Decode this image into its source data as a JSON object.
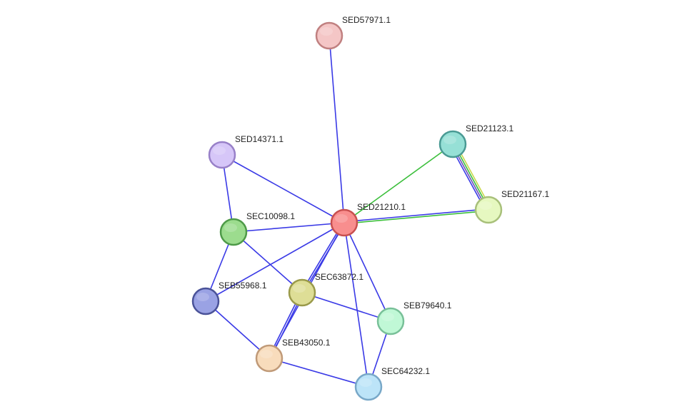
{
  "colors": {
    "edge_blue": "#3a3ae6",
    "edge_green": "#3cbf3c",
    "edge_yellow": "#c8d84a",
    "edge_purple": "#7050b8"
  },
  "nodes": [
    {
      "id": "SED57971.1",
      "label": "SED57971.1",
      "fill": "#f4c6c6",
      "stroke": "#c08080"
    },
    {
      "id": "SED14371.1",
      "label": "SED14371.1",
      "fill": "#d6c6f8",
      "stroke": "#9880c8"
    },
    {
      "id": "SED21123.1",
      "label": "SED21123.1",
      "fill": "#96e0d6",
      "stroke": "#4a9a94"
    },
    {
      "id": "SED21167.1",
      "label": "SED21167.1",
      "fill": "#e6f8c0",
      "stroke": "#a8c07a"
    },
    {
      "id": "SED21210.1",
      "label": "SED21210.1",
      "fill": "#f88e8e",
      "stroke": "#c85050"
    },
    {
      "id": "SEC10098.1",
      "label": "SEC10098.1",
      "fill": "#9cdc8e",
      "stroke": "#4e9a48"
    },
    {
      "id": "SEB55968.1",
      "label": "SEB55968.1",
      "fill": "#9aa2e4",
      "stroke": "#4a5298"
    },
    {
      "id": "SEC63872.1",
      "label": "SEC63872.1",
      "fill": "#dede96",
      "stroke": "#9a9a4a"
    },
    {
      "id": "SEB79640.1",
      "label": "SEB79640.1",
      "fill": "#c0f8d6",
      "stroke": "#78c098"
    },
    {
      "id": "SEB43050.1",
      "label": "SEB43050.1",
      "fill": "#f8dcbc",
      "stroke": "#c09a78"
    },
    {
      "id": "SEC64232.1",
      "label": "SEC64232.1",
      "fill": "#bce4f8",
      "stroke": "#78a8c8"
    }
  ],
  "edges": [
    {
      "source": "SED57971.1",
      "target": "SED21210.1",
      "colors": [
        "edge_blue"
      ]
    },
    {
      "source": "SED14371.1",
      "target": "SED21210.1",
      "colors": [
        "edge_blue"
      ]
    },
    {
      "source": "SED14371.1",
      "target": "SEC10098.1",
      "colors": [
        "edge_blue"
      ]
    },
    {
      "source": "SED21123.1",
      "target": "SED21210.1",
      "colors": [
        "edge_green"
      ]
    },
    {
      "source": "SED21123.1",
      "target": "SED21167.1",
      "colors": [
        "edge_yellow",
        "edge_green",
        "edge_purple",
        "edge_blue"
      ]
    },
    {
      "source": "SED21210.1",
      "target": "SED21167.1",
      "colors": [
        "edge_blue",
        "edge_green"
      ]
    },
    {
      "source": "SEC10098.1",
      "target": "SED21210.1",
      "colors": [
        "edge_blue"
      ]
    },
    {
      "source": "SEC10098.1",
      "target": "SEB55968.1",
      "colors": [
        "edge_blue"
      ]
    },
    {
      "source": "SEC10098.1",
      "target": "SEC63872.1",
      "colors": [
        "edge_blue"
      ]
    },
    {
      "source": "SEB55968.1",
      "target": "SED21210.1",
      "colors": [
        "edge_blue"
      ]
    },
    {
      "source": "SEB55968.1",
      "target": "SEB43050.1",
      "colors": [
        "edge_blue"
      ]
    },
    {
      "source": "SEC63872.1",
      "target": "SED21210.1",
      "colors": [
        "edge_blue",
        "edge_blue"
      ]
    },
    {
      "source": "SEC63872.1",
      "target": "SEB43050.1",
      "colors": [
        "edge_blue",
        "edge_blue"
      ]
    },
    {
      "source": "SEC63872.1",
      "target": "SEB79640.1",
      "colors": [
        "edge_blue"
      ]
    },
    {
      "source": "SED21210.1",
      "target": "SEB79640.1",
      "colors": [
        "edge_blue"
      ]
    },
    {
      "source": "SED21210.1",
      "target": "SEB43050.1",
      "colors": [
        "edge_blue"
      ]
    },
    {
      "source": "SED21210.1",
      "target": "SEC64232.1",
      "colors": [
        "edge_blue"
      ]
    },
    {
      "source": "SEB43050.1",
      "target": "SEC64232.1",
      "colors": [
        "edge_blue"
      ]
    },
    {
      "source": "SEB79640.1",
      "target": "SEC64232.1",
      "colors": [
        "edge_blue"
      ]
    }
  ]
}
